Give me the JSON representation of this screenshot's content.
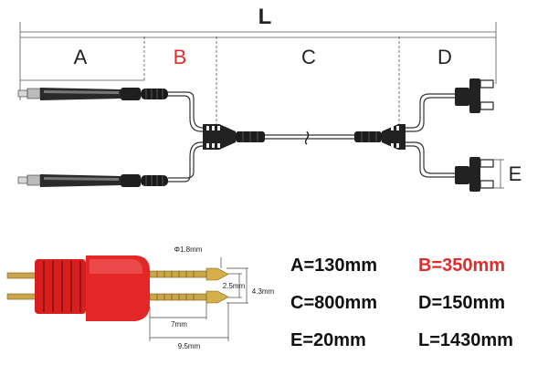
{
  "diagram": {
    "total_label": "L",
    "segments": [
      {
        "key": "a",
        "label": "A",
        "color": "#222222"
      },
      {
        "key": "b",
        "label": "B",
        "color": "#e32b2b"
      },
      {
        "key": "c",
        "label": "C",
        "color": "#222222"
      },
      {
        "key": "d",
        "label": "D",
        "color": "#222222"
      }
    ],
    "e_label": "E",
    "detail": {
      "pin_diameter": "Φ1.8mm",
      "pin_gap": "2.5mm",
      "pin_span": "4.3mm",
      "short_length": "7mm",
      "long_length": "9.5mm"
    }
  },
  "specs": [
    {
      "text": "A=130mm",
      "color": "#111111"
    },
    {
      "text": "B=350mm",
      "color": "#e32b2b"
    },
    {
      "text": "C=800mm",
      "color": "#111111"
    },
    {
      "text": "D=150mm",
      "color": "#111111"
    },
    {
      "text": "E=20mm",
      "color": "#111111"
    },
    {
      "text": "L=1430mm",
      "color": "#111111"
    }
  ],
  "colors": {
    "accent_red": "#e32b2b",
    "plug_red": "#d81f1f",
    "pin_gold": "#c9a64a",
    "line": "#333333"
  }
}
